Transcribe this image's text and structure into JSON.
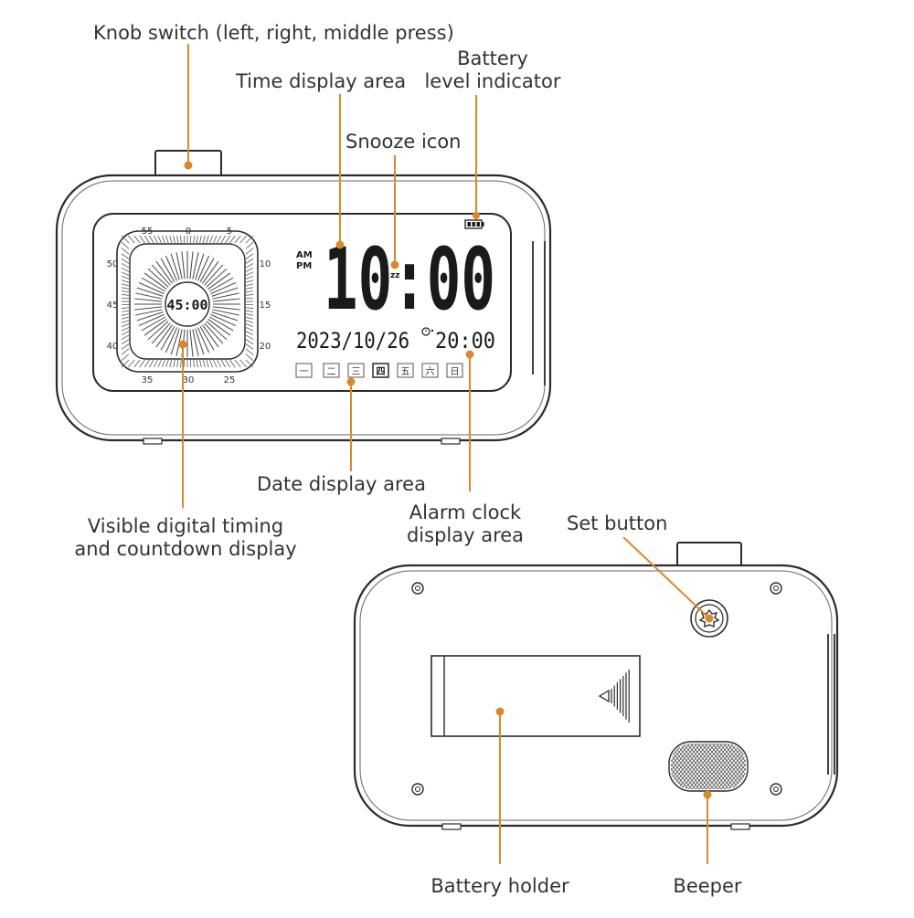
{
  "labels": {
    "knob_switch": "Knob switch  (left, right, middle press)",
    "battery_indicator_line1": "Battery",
    "battery_indicator_line2": "level indicator",
    "time_display": "Time display area",
    "snooze_icon": "Snooze icon",
    "date_display": "Date display area",
    "alarm_display_line1": "Alarm clock",
    "alarm_display_line2": "display area",
    "timer_display_line1": "Visible digital timing",
    "timer_display_line2": "and countdown display",
    "set_button": "Set button",
    "battery_holder": "Battery holder",
    "beeper": "Beeper"
  },
  "display": {
    "am": "AM",
    "pm": "PM",
    "time": "10:00",
    "snooze": "zz",
    "date": "2023/10/26",
    "alarm_time": "20:00",
    "countdown": "45:00",
    "dial_ticks": [
      "55",
      "0",
      "5",
      "10",
      "15",
      "20",
      "25",
      "30",
      "35",
      "40",
      "45",
      "50"
    ],
    "weekdays": [
      "一",
      "二",
      "三",
      "四",
      "五",
      "六",
      "日"
    ]
  },
  "colors": {
    "leader_line": "#d9892b",
    "outline": "#2b2b2b",
    "text": "#333333"
  }
}
